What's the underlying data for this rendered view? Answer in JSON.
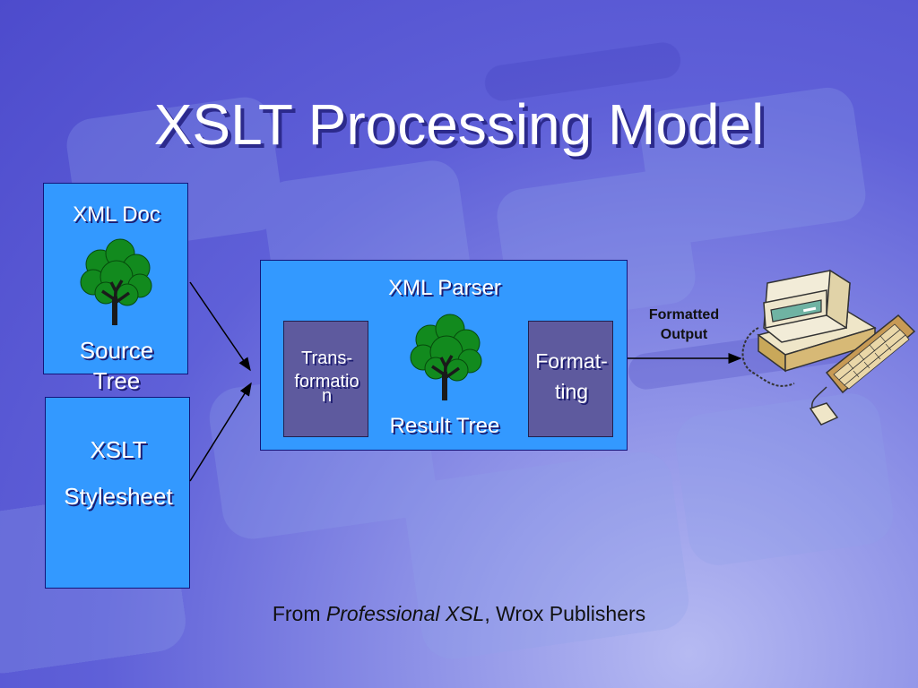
{
  "slide": {
    "title": "XSLT Processing Model",
    "xml_doc": {
      "heading": "XML Doc",
      "line1": "Source",
      "line2": "Tree"
    },
    "stylesheet": {
      "line1": "XSLT",
      "line2": "Stylesheet"
    },
    "parser": {
      "heading": "XML Parser",
      "transformation": {
        "line1": "Trans-",
        "line2": "formatio",
        "line3": "n"
      },
      "formatting": {
        "line1": "Format-",
        "line2": "ting"
      },
      "result": "Result Tree"
    },
    "output": {
      "line1": "Formatted",
      "line2": "Output"
    },
    "citation": {
      "prefix": "From ",
      "book": "Professional XSL",
      "suffix": ", Wrox Publishers"
    }
  },
  "colors": {
    "box_fill": "#3399ff",
    "inner_fill": "#5e5a9e",
    "tree_green": "#128a1e",
    "background": "#5f60d8"
  },
  "icons": [
    "tree-icon",
    "computer-icon",
    "arrow-icon"
  ]
}
